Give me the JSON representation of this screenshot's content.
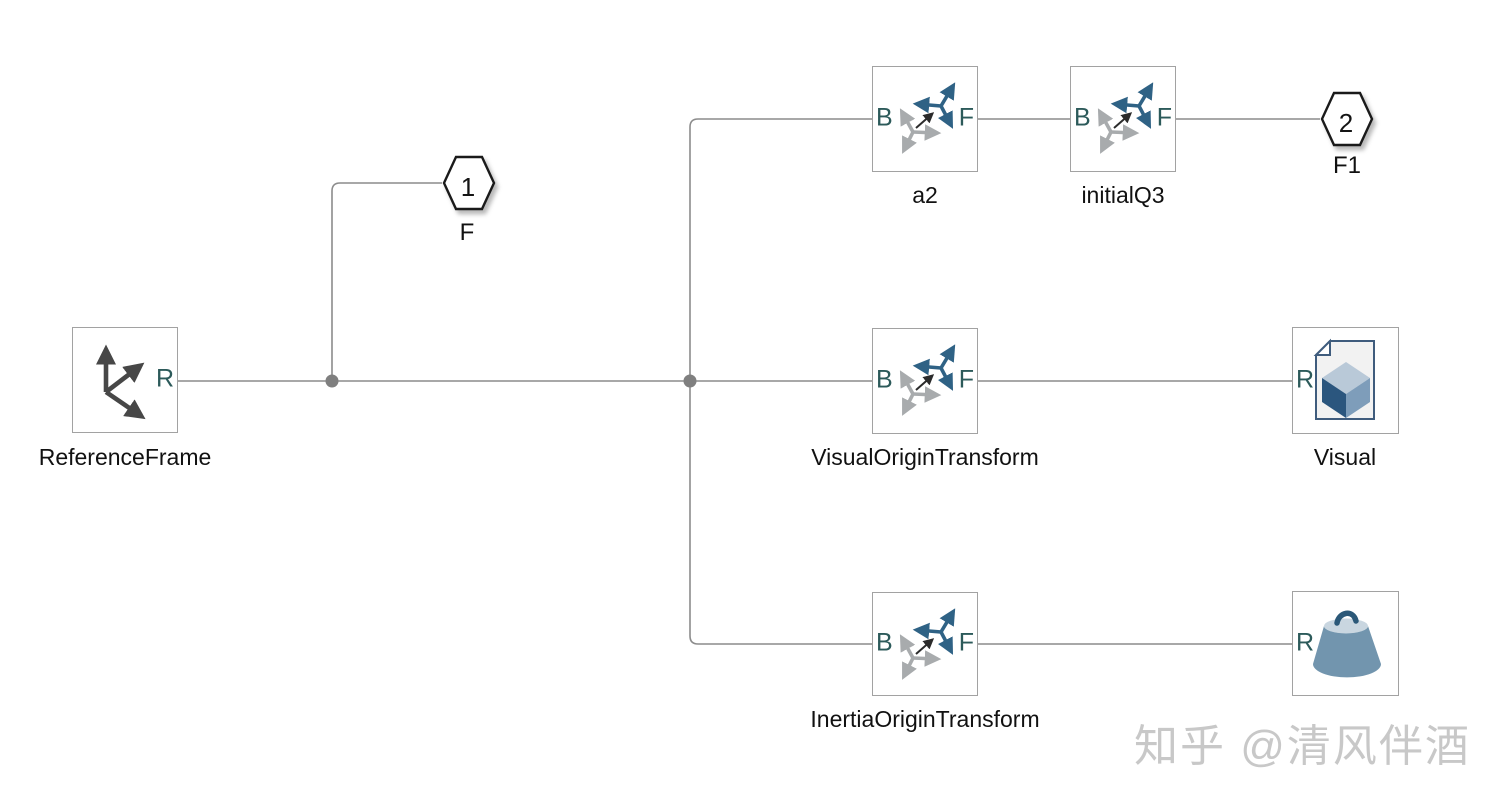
{
  "blocks": {
    "reference_frame": {
      "label": "ReferenceFrame",
      "port_r": "R"
    },
    "a2": {
      "label": "a2",
      "port_b": "B",
      "port_f": "F"
    },
    "initial_q3": {
      "label": "initialQ3",
      "port_b": "B",
      "port_f": "F"
    },
    "visual_origin_transform": {
      "label": "VisualOriginTransform",
      "port_b": "B",
      "port_f": "F"
    },
    "inertia_origin_transform": {
      "label": "InertiaOriginTransform",
      "port_b": "B",
      "port_f": "F"
    },
    "visual": {
      "label": "Visual",
      "port_r": "R"
    },
    "inertia": {
      "port_r": "R"
    }
  },
  "ports": {
    "f": {
      "number": "1",
      "label": "F"
    },
    "f1": {
      "number": "2",
      "label": "F1"
    }
  },
  "colors": {
    "wire": "#8c8c8c",
    "block_border": "#a2a2a2",
    "port_letter": "#2c5a5a",
    "frame_blue": "#2f6285",
    "frame_gray": "#a8abad",
    "axes_dark": "#474747",
    "watermark": "#c8c8c8"
  },
  "watermark": "知乎 @清风伴酒"
}
